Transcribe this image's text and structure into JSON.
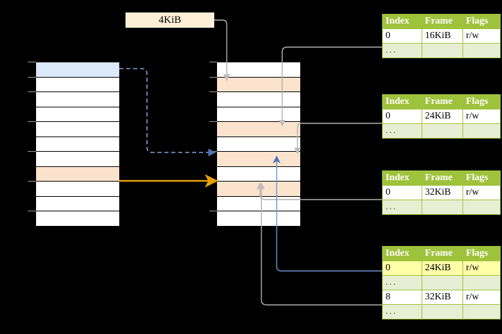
{
  "diagram": {
    "title_label": "4KiB",
    "left_column": {
      "name": "level-4-page-table",
      "rows": 11,
      "highlight_blue_row": 1,
      "highlight_peach_row": 8
    },
    "middle_column": {
      "name": "physical-memory-column",
      "rows": 11,
      "highlight_peach_rows": [
        2,
        5,
        7,
        9
      ]
    },
    "colors": {
      "header_green": "#9fc23c",
      "row_light_green": "#e8eed3",
      "highlight_yellow": "#ffffa8",
      "highlight_peach": "#fce3cd",
      "highlight_blue": "#dce9f9",
      "label_cream": "#fdefd8",
      "arrow_blue": "#4d74b8",
      "arrow_orange": "#e8a200",
      "wire_gray": "#b0b0b0"
    },
    "tables": [
      {
        "name": "page-table-1",
        "headers": [
          "Index",
          "Frame",
          "Flags"
        ],
        "rows": [
          {
            "cells": [
              "0",
              "16KiB",
              "r/w"
            ],
            "type": "data",
            "highlight": [
              false,
              false,
              false
            ]
          },
          {
            "cells": [
              "...",
              "",
              ""
            ],
            "type": "dots",
            "highlight": [
              false,
              false,
              false
            ]
          }
        ]
      },
      {
        "name": "page-table-2",
        "headers": [
          "Index",
          "Frame",
          "Flags"
        ],
        "rows": [
          {
            "cells": [
              "0",
              "24KiB",
              "r/w"
            ],
            "type": "data",
            "highlight": [
              false,
              false,
              false
            ]
          },
          {
            "cells": [
              "...",
              "",
              ""
            ],
            "type": "dots",
            "highlight": [
              false,
              false,
              false
            ]
          }
        ]
      },
      {
        "name": "page-table-3",
        "headers": [
          "Index",
          "Frame",
          "Flags"
        ],
        "rows": [
          {
            "cells": [
              "0",
              "32KiB",
              "r/w"
            ],
            "type": "data",
            "highlight": [
              false,
              false,
              false
            ]
          },
          {
            "cells": [
              "...",
              "",
              ""
            ],
            "type": "dots",
            "highlight": [
              false,
              false,
              false
            ]
          }
        ]
      },
      {
        "name": "page-table-4",
        "headers": [
          "Index",
          "Frame",
          "Flags"
        ],
        "rows": [
          {
            "cells": [
              "0",
              "24KiB",
              "r/w"
            ],
            "type": "data",
            "highlight": [
              true,
              true,
              true
            ]
          },
          {
            "cells": [
              "...",
              "",
              ""
            ],
            "type": "dots",
            "highlight": [
              false,
              false,
              false
            ]
          },
          {
            "cells": [
              "8",
              "32KiB",
              "r/w"
            ],
            "type": "data",
            "highlight": [
              false,
              false,
              false
            ]
          },
          {
            "cells": [
              "...",
              "",
              ""
            ],
            "type": "dots",
            "highlight": [
              false,
              false,
              false
            ]
          }
        ]
      }
    ]
  }
}
